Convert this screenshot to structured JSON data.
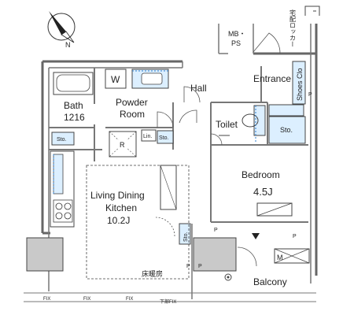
{
  "compass": {
    "north_label": "N"
  },
  "rooms": {
    "bath": {
      "name": "Bath",
      "size": "1216"
    },
    "powder": {
      "name_line1": "Powder",
      "name_line2": "Room"
    },
    "hall": {
      "name": "Hall"
    },
    "entrance": {
      "name": "Entrance"
    },
    "toilet": {
      "name": "Toilet"
    },
    "ldk": {
      "line1": "Living Dining",
      "line2": "Kitchen",
      "size": "10.2J"
    },
    "bedroom": {
      "name": "Bedroom",
      "size": "4.5J"
    },
    "balcony": {
      "name": "Balcony"
    }
  },
  "fixtures": {
    "washer": "W",
    "refrigerator": "R",
    "linen": "Lin.",
    "mbps_line1": "MB・",
    "mbps_line2": "PS",
    "delivery_locker": "宅配ロッカー",
    "shoes_closet": "Shoes Clo",
    "floor_heating": "床暖房",
    "m_label": "M"
  },
  "storage": [
    "Sto.",
    "Sto.",
    "Sto.",
    "Sto."
  ],
  "pipe_labels": [
    "P",
    "P",
    "P",
    "P",
    "P"
  ],
  "windows": {
    "fix_label": "FIX",
    "partial_fix_label": "下部FIX"
  },
  "colors": {
    "wall": "#666666",
    "fixture_line": "#444444",
    "accent_blue": "#2e7fd0",
    "fill_blue": "#dcefff",
    "dark_fill": "#d0d0d0",
    "balcony_unit": "#c9c9c9"
  }
}
